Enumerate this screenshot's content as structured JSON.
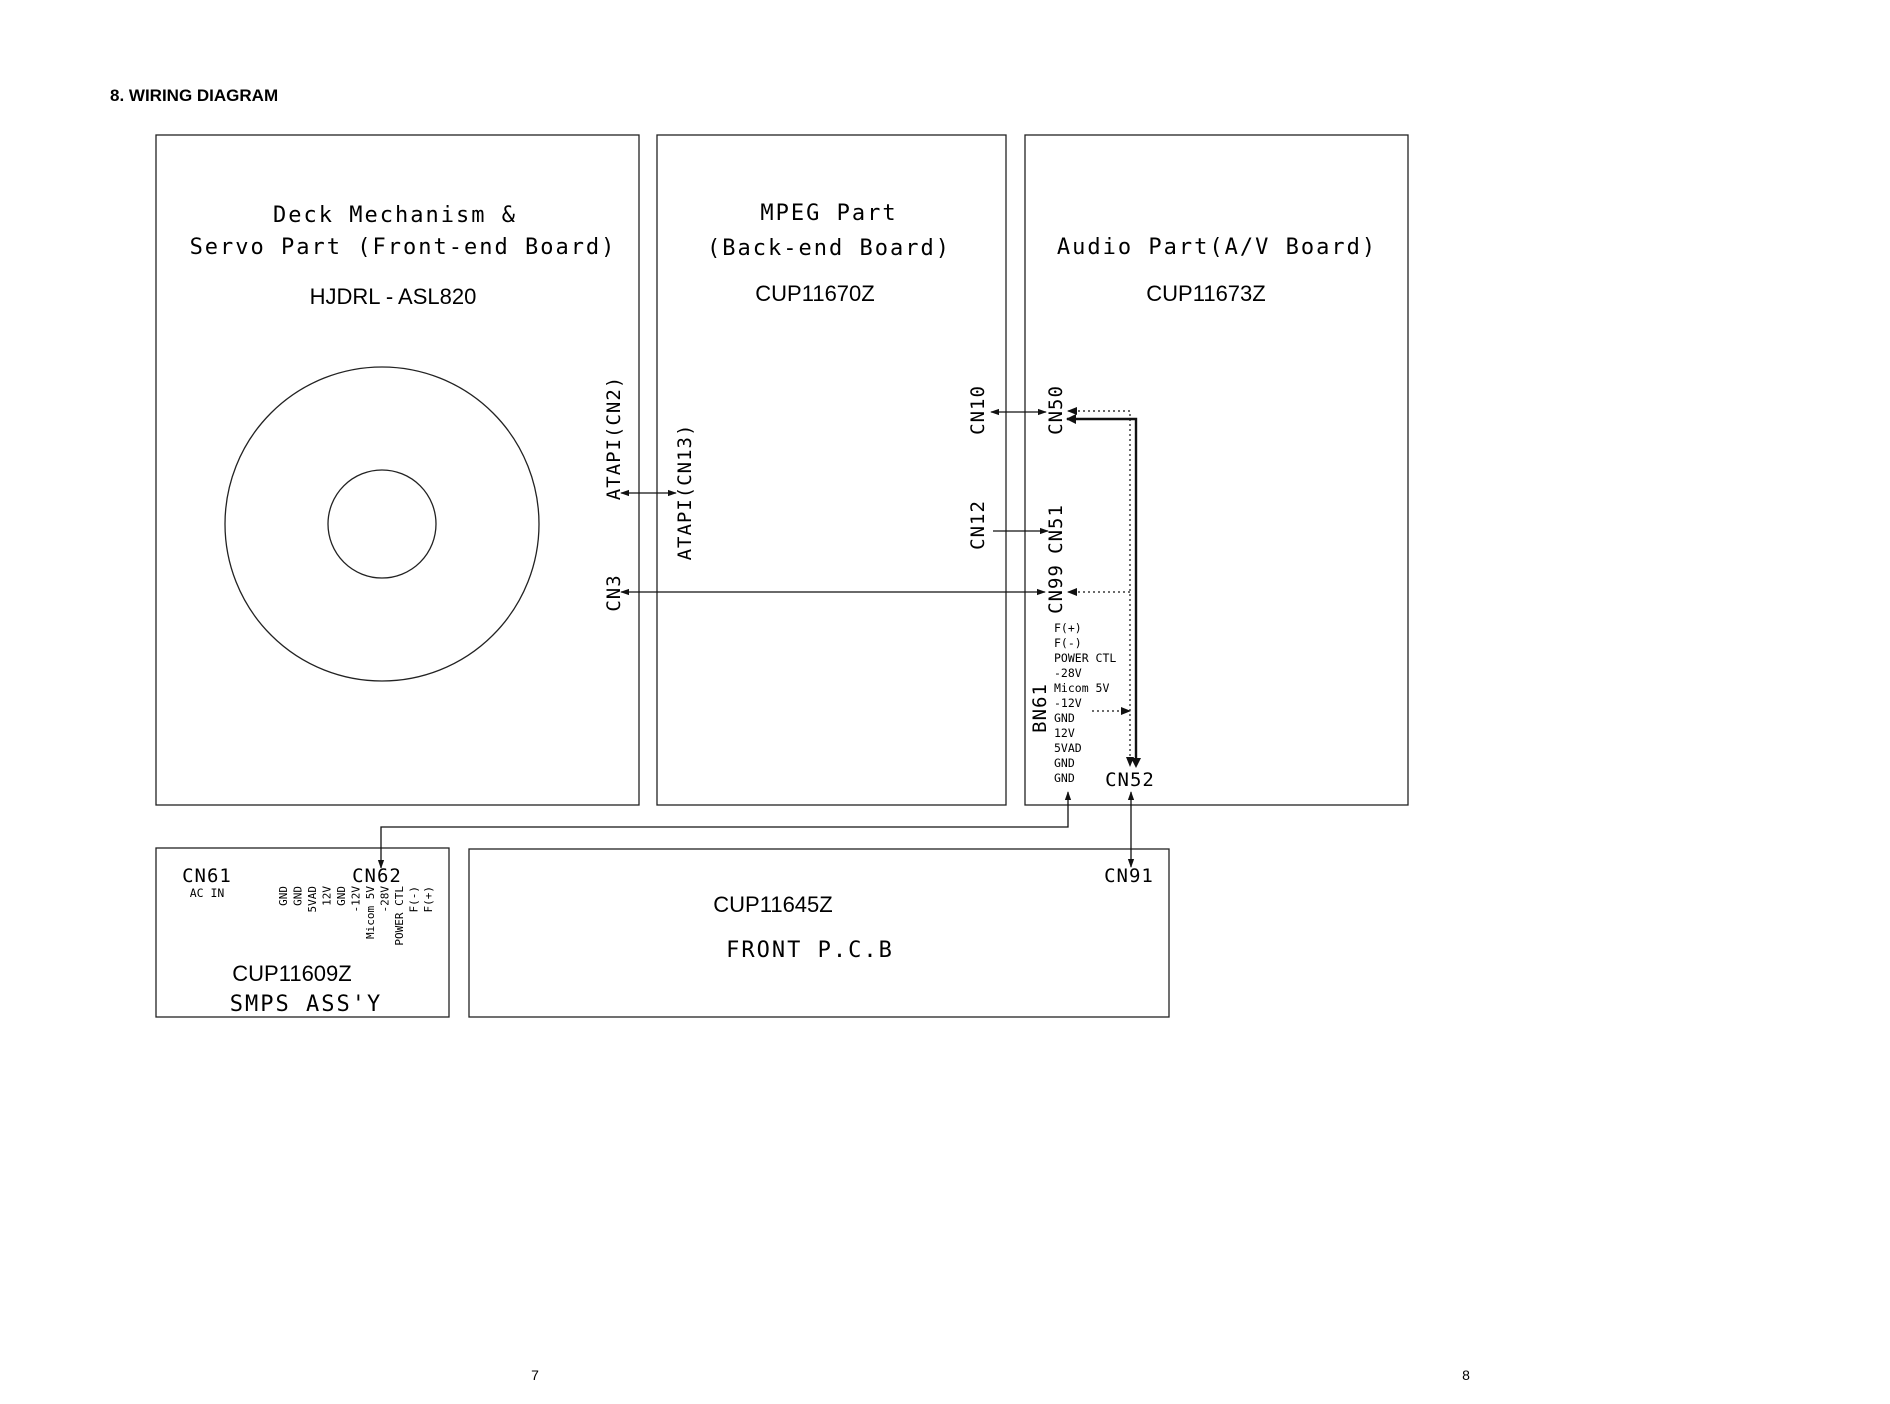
{
  "page": {
    "heading": "8. WIRING DIAGRAM",
    "page_left": "7",
    "page_right": "8"
  },
  "boards": {
    "deck": {
      "title_line1": "Deck Mechanism &",
      "title_line2": "Servo Part (Front-end Board)",
      "part_no": "HJDRL - ASL820",
      "connectors": [
        "ATAPI(CN2)",
        "CN3"
      ]
    },
    "mpeg": {
      "title_line1": "MPEG Part",
      "title_line2": "(Back-end Board)",
      "part_no": "CUP11670Z",
      "connectors": [
        "ATAPI(CN13)",
        "CN10",
        "CN12"
      ]
    },
    "audio": {
      "title": "Audio Part(A/V Board)",
      "part_no": "CUP11673Z",
      "connectors": [
        "CN50",
        "CN51",
        "CN99",
        "BN61",
        "CN52"
      ],
      "bn61_pins": [
        "F(+)",
        "F(-)",
        "POWER CTL",
        "-28V",
        "Micom 5V",
        "-12V",
        "GND",
        "12V",
        "5VAD",
        "GND",
        "GND"
      ]
    },
    "smps": {
      "title": "SMPS ASS'Y",
      "part_no": "CUP11609Z",
      "connectors": [
        "CN61",
        "CN62"
      ],
      "cn61_pin": "AC IN",
      "cn62_pins": [
        "GND",
        "GND",
        "5VAD",
        "12V",
        "GND",
        "-12V",
        "Micom 5V",
        "-28V",
        "POWER CTL",
        "F(-)",
        "F(+)"
      ]
    },
    "front": {
      "title": "FRONT P.C.B",
      "part_no": "CUP11645Z",
      "connectors": [
        "CN91"
      ]
    }
  },
  "colors": {
    "line": "#111111",
    "background": "#ffffff"
  }
}
